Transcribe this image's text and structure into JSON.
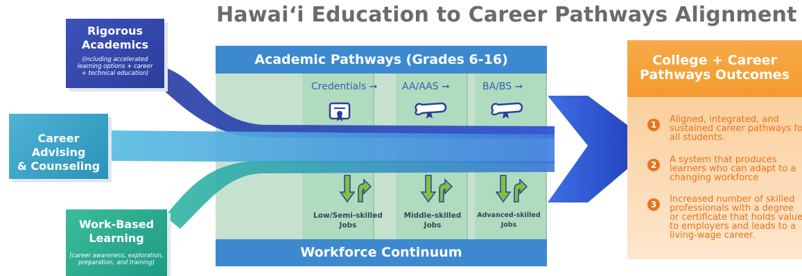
{
  "title": "Hawai‘i Education to Career Pathways Alignment",
  "inputs": {
    "academics": {
      "title_line1": "Rigorous",
      "title_line2": "Academics",
      "sub_line1": "(including accelerated",
      "sub_line2": "learning options + career",
      "sub_line3": "+ technical education)"
    },
    "advising": {
      "title_line1": "Career Advising",
      "title_line2": "& Counseling"
    },
    "work": {
      "title_line1": "Work-Based",
      "title_line2": "Learning",
      "sub_line1": "(career awareness, exploration,",
      "sub_line2": "preparation, and training)"
    }
  },
  "center": {
    "header": "Academic Pathways (Grades 6-16)",
    "footer": "Workforce Continuum",
    "credentials": [
      "Credentials",
      "AA/AAS",
      "BA/BS"
    ],
    "arrow_glyph": "➞",
    "jobs": [
      {
        "line1": "Low/Semi-skilled",
        "line2": "Jobs"
      },
      {
        "line1": "Middle-skilled",
        "line2": "Jobs"
      },
      {
        "line1": "Advanced-skilled",
        "line2": "Jobs"
      }
    ]
  },
  "outcomes": {
    "header_line1": "College + Career",
    "header_line2": "Pathways Outcomes",
    "items": [
      {
        "num": "1",
        "lines": [
          "Aligned, integrated, and",
          "sustained career pathways for",
          "all students."
        ]
      },
      {
        "num": "2",
        "lines": [
          "A system that produces",
          "learners who can adapt to a",
          "changing workforce"
        ]
      },
      {
        "num": "3",
        "lines": [
          "Increased number of skilled",
          "professionals with a degree",
          "or certificate that holds value",
          "to employers and leads to a",
          "living-wage career."
        ]
      }
    ]
  },
  "colors": {
    "academics": "#2c3e9c",
    "advising": "#3aa3c8",
    "work": "#1e9a84",
    "pathways_blue": "#3d89d0",
    "outcome_orange": "#f39a2f"
  }
}
